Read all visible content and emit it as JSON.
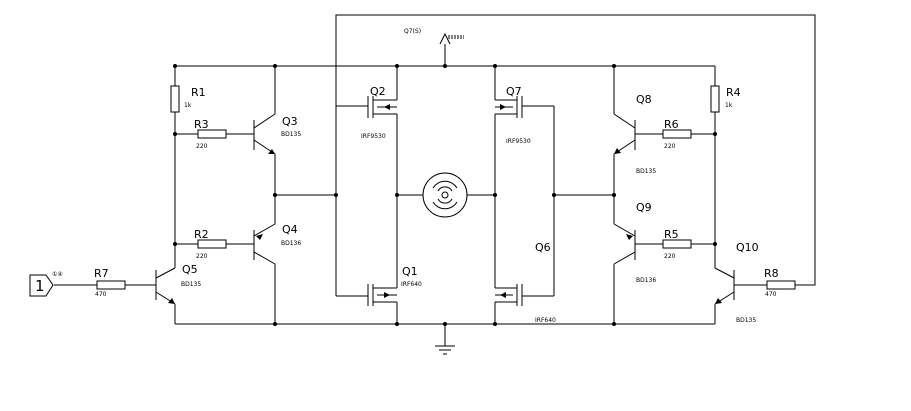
{
  "input": {
    "label": "1",
    "tag": "①④"
  },
  "supply": {
    "label": "Q7(S)"
  },
  "resistors": {
    "r1": {
      "name": "R1",
      "value": "1k"
    },
    "r2": {
      "name": "R2",
      "value": "220"
    },
    "r3": {
      "name": "R3",
      "value": "220"
    },
    "r4": {
      "name": "R4",
      "value": "1k"
    },
    "r5": {
      "name": "R5",
      "value": "220"
    },
    "r6": {
      "name": "R6",
      "value": "220"
    },
    "r7": {
      "name": "R7",
      "value": "470"
    },
    "r8": {
      "name": "R8",
      "value": "470"
    }
  },
  "transistors": {
    "q1": {
      "name": "Q1",
      "part": "IRF640"
    },
    "q2": {
      "name": "Q2",
      "part": "IRF9530"
    },
    "q3": {
      "name": "Q3",
      "part": "BD135"
    },
    "q4": {
      "name": "Q4",
      "part": "BD136"
    },
    "q5": {
      "name": "Q5",
      "part": "BD135"
    },
    "q6": {
      "name": "Q6",
      "part": "IRF640"
    },
    "q7": {
      "name": "Q7",
      "part": "IRF9530"
    },
    "q8": {
      "name": "Q8",
      "part": "BD135"
    },
    "q9": {
      "name": "Q9",
      "part": "BD136"
    },
    "q10": {
      "name": "Q10",
      "part": "BD135"
    }
  }
}
